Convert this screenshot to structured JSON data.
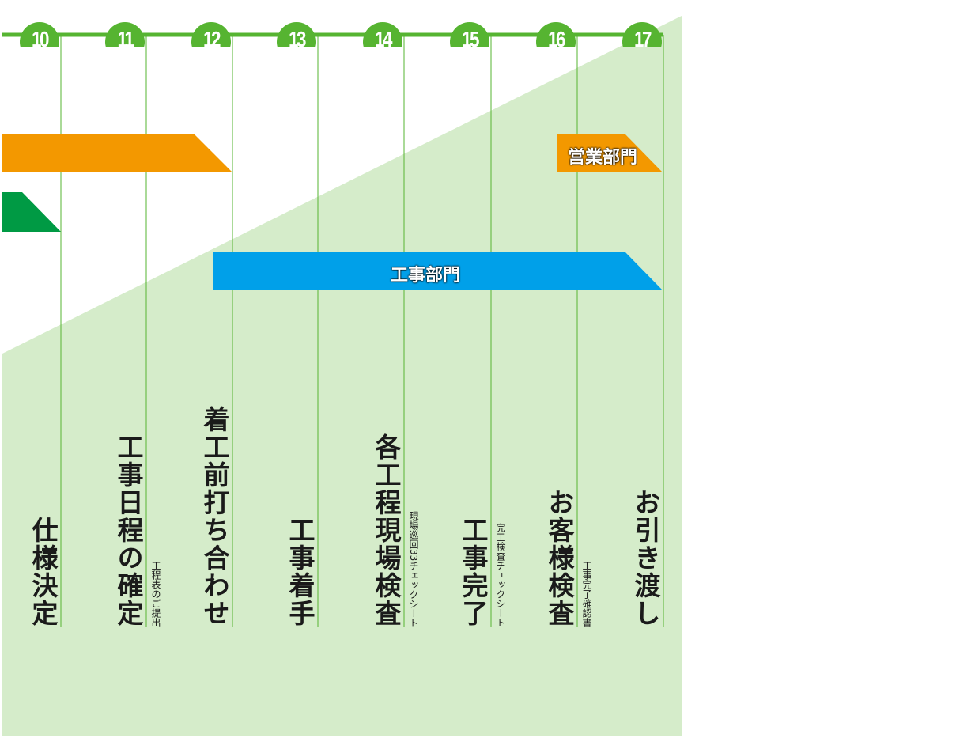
{
  "steps": [
    {
      "num": "10",
      "label": "仕様決定",
      "sub": ""
    },
    {
      "num": "11",
      "label": "工事日程の確定",
      "sub": "工程表のご提出"
    },
    {
      "num": "12",
      "label": "着工前打ち合わせ",
      "sub": ""
    },
    {
      "num": "13",
      "label": "工事着手",
      "sub": ""
    },
    {
      "num": "14",
      "label": "各工程現場検査",
      "sub": "現場巡回33チェックシート"
    },
    {
      "num": "15",
      "label": "工事完了",
      "sub": "完工検査チェックシート"
    },
    {
      "num": "16",
      "label": "お客様検査",
      "sub": "工事完了確認書"
    },
    {
      "num": "17",
      "label": "お引き渡し",
      "sub": ""
    }
  ],
  "departments": {
    "sales": "営業部門",
    "construction": "工事部門"
  },
  "colors": {
    "green": "#56b431",
    "bg": "#d5ecca",
    "orange": "#f39800",
    "blue": "#00a0e9",
    "dark_green": "#009a44"
  }
}
